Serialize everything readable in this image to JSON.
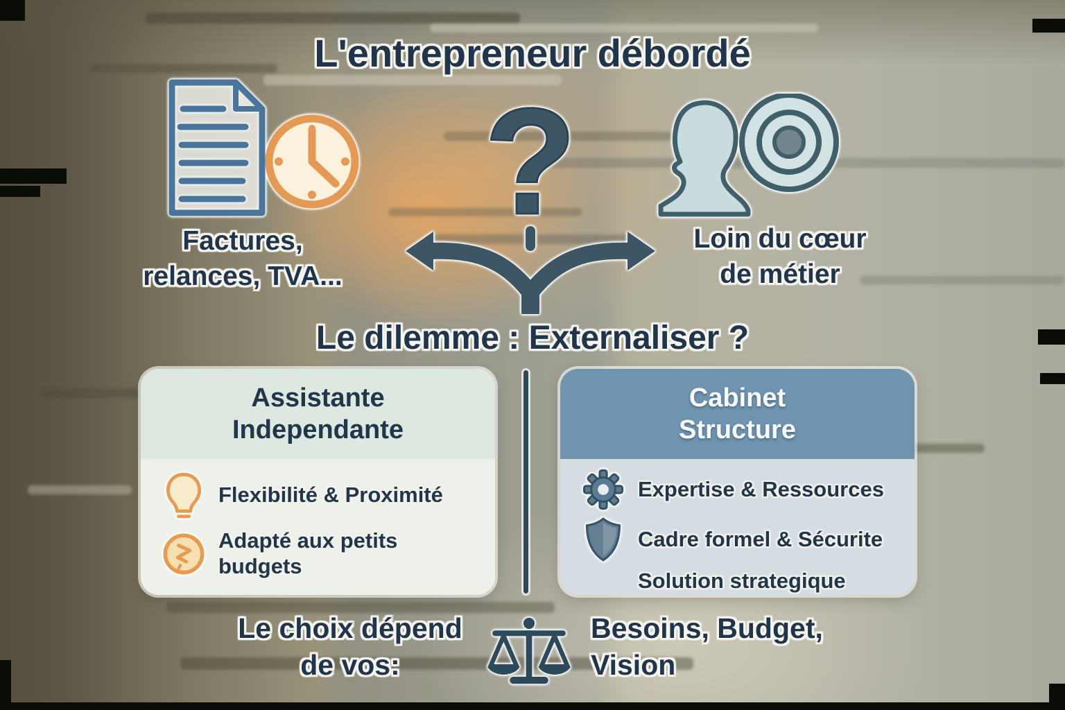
{
  "header": {
    "title": "L'entrepreneur débordé"
  },
  "top_row": {
    "left_caption": "Factures,\nrelances, TVA...",
    "right_caption": "Loin du cœur\nde métier",
    "icons": {
      "left": "document-and-clock-icon",
      "center": "question-mark-fork-arrows-icon",
      "right": "person-and-target-icon"
    }
  },
  "dilemma": {
    "heading": "Le dilemme : Externaliser ?"
  },
  "options": {
    "left": {
      "title": "Assistante\nIndependante",
      "items": [
        {
          "icon": "lightbulb-icon",
          "label": "Flexibilité & Proximité"
        },
        {
          "icon": "coin-icon",
          "label": "Adapté aux petits\nbudgets"
        }
      ]
    },
    "right": {
      "title": "Cabinet\nStructure",
      "items": [
        {
          "icon": "gear-icon",
          "label": "Expertise & Ressources"
        },
        {
          "icon": "shield-icon",
          "label": "Cadre formel & Sécurite"
        },
        {
          "icon": "",
          "label": "Solution strategique"
        }
      ]
    }
  },
  "footer": {
    "left_text": "Le choix dépend\nde vos:",
    "scale_icon": "balance-scale-icon",
    "right_text": "Besoins, Budget,\nVision"
  },
  "colors": {
    "navy_text": "#20344a",
    "accent_orange": "#e49a55",
    "slate_icon": "#3d5e70",
    "left_card_header_bg": "#dde8e1",
    "left_card_body_bg": "#eef1ea",
    "right_card_header_bg": "#6f94af",
    "right_card_body_bg": "#d6dde2",
    "divider": "#2e4a5a"
  }
}
